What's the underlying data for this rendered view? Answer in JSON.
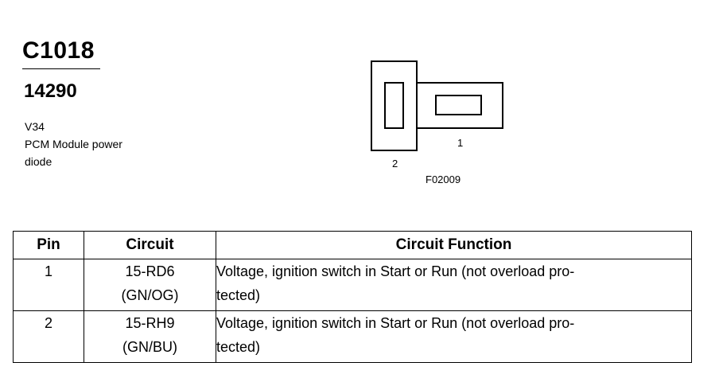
{
  "connector": {
    "id": "C1018",
    "part_number": "14290",
    "description": [
      "V34",
      "PCM Module power",
      "diode"
    ]
  },
  "diagram": {
    "pin_labels": [
      "1",
      "2"
    ],
    "figure_code": "F02009"
  },
  "table": {
    "headers": [
      "Pin",
      "Circuit",
      "Circuit Function"
    ],
    "rows": [
      {
        "pin": "1",
        "circuit": [
          "15-RD6",
          "(GN/OG)"
        ],
        "function": [
          "Voltage, ignition switch in Start or Run (not overload pro-",
          "tected)"
        ]
      },
      {
        "pin": "2",
        "circuit": [
          "15-RH9",
          "(GN/BU)"
        ],
        "function": [
          "Voltage, ignition switch in Start or Run (not overload pro-",
          "tected)"
        ]
      }
    ]
  }
}
